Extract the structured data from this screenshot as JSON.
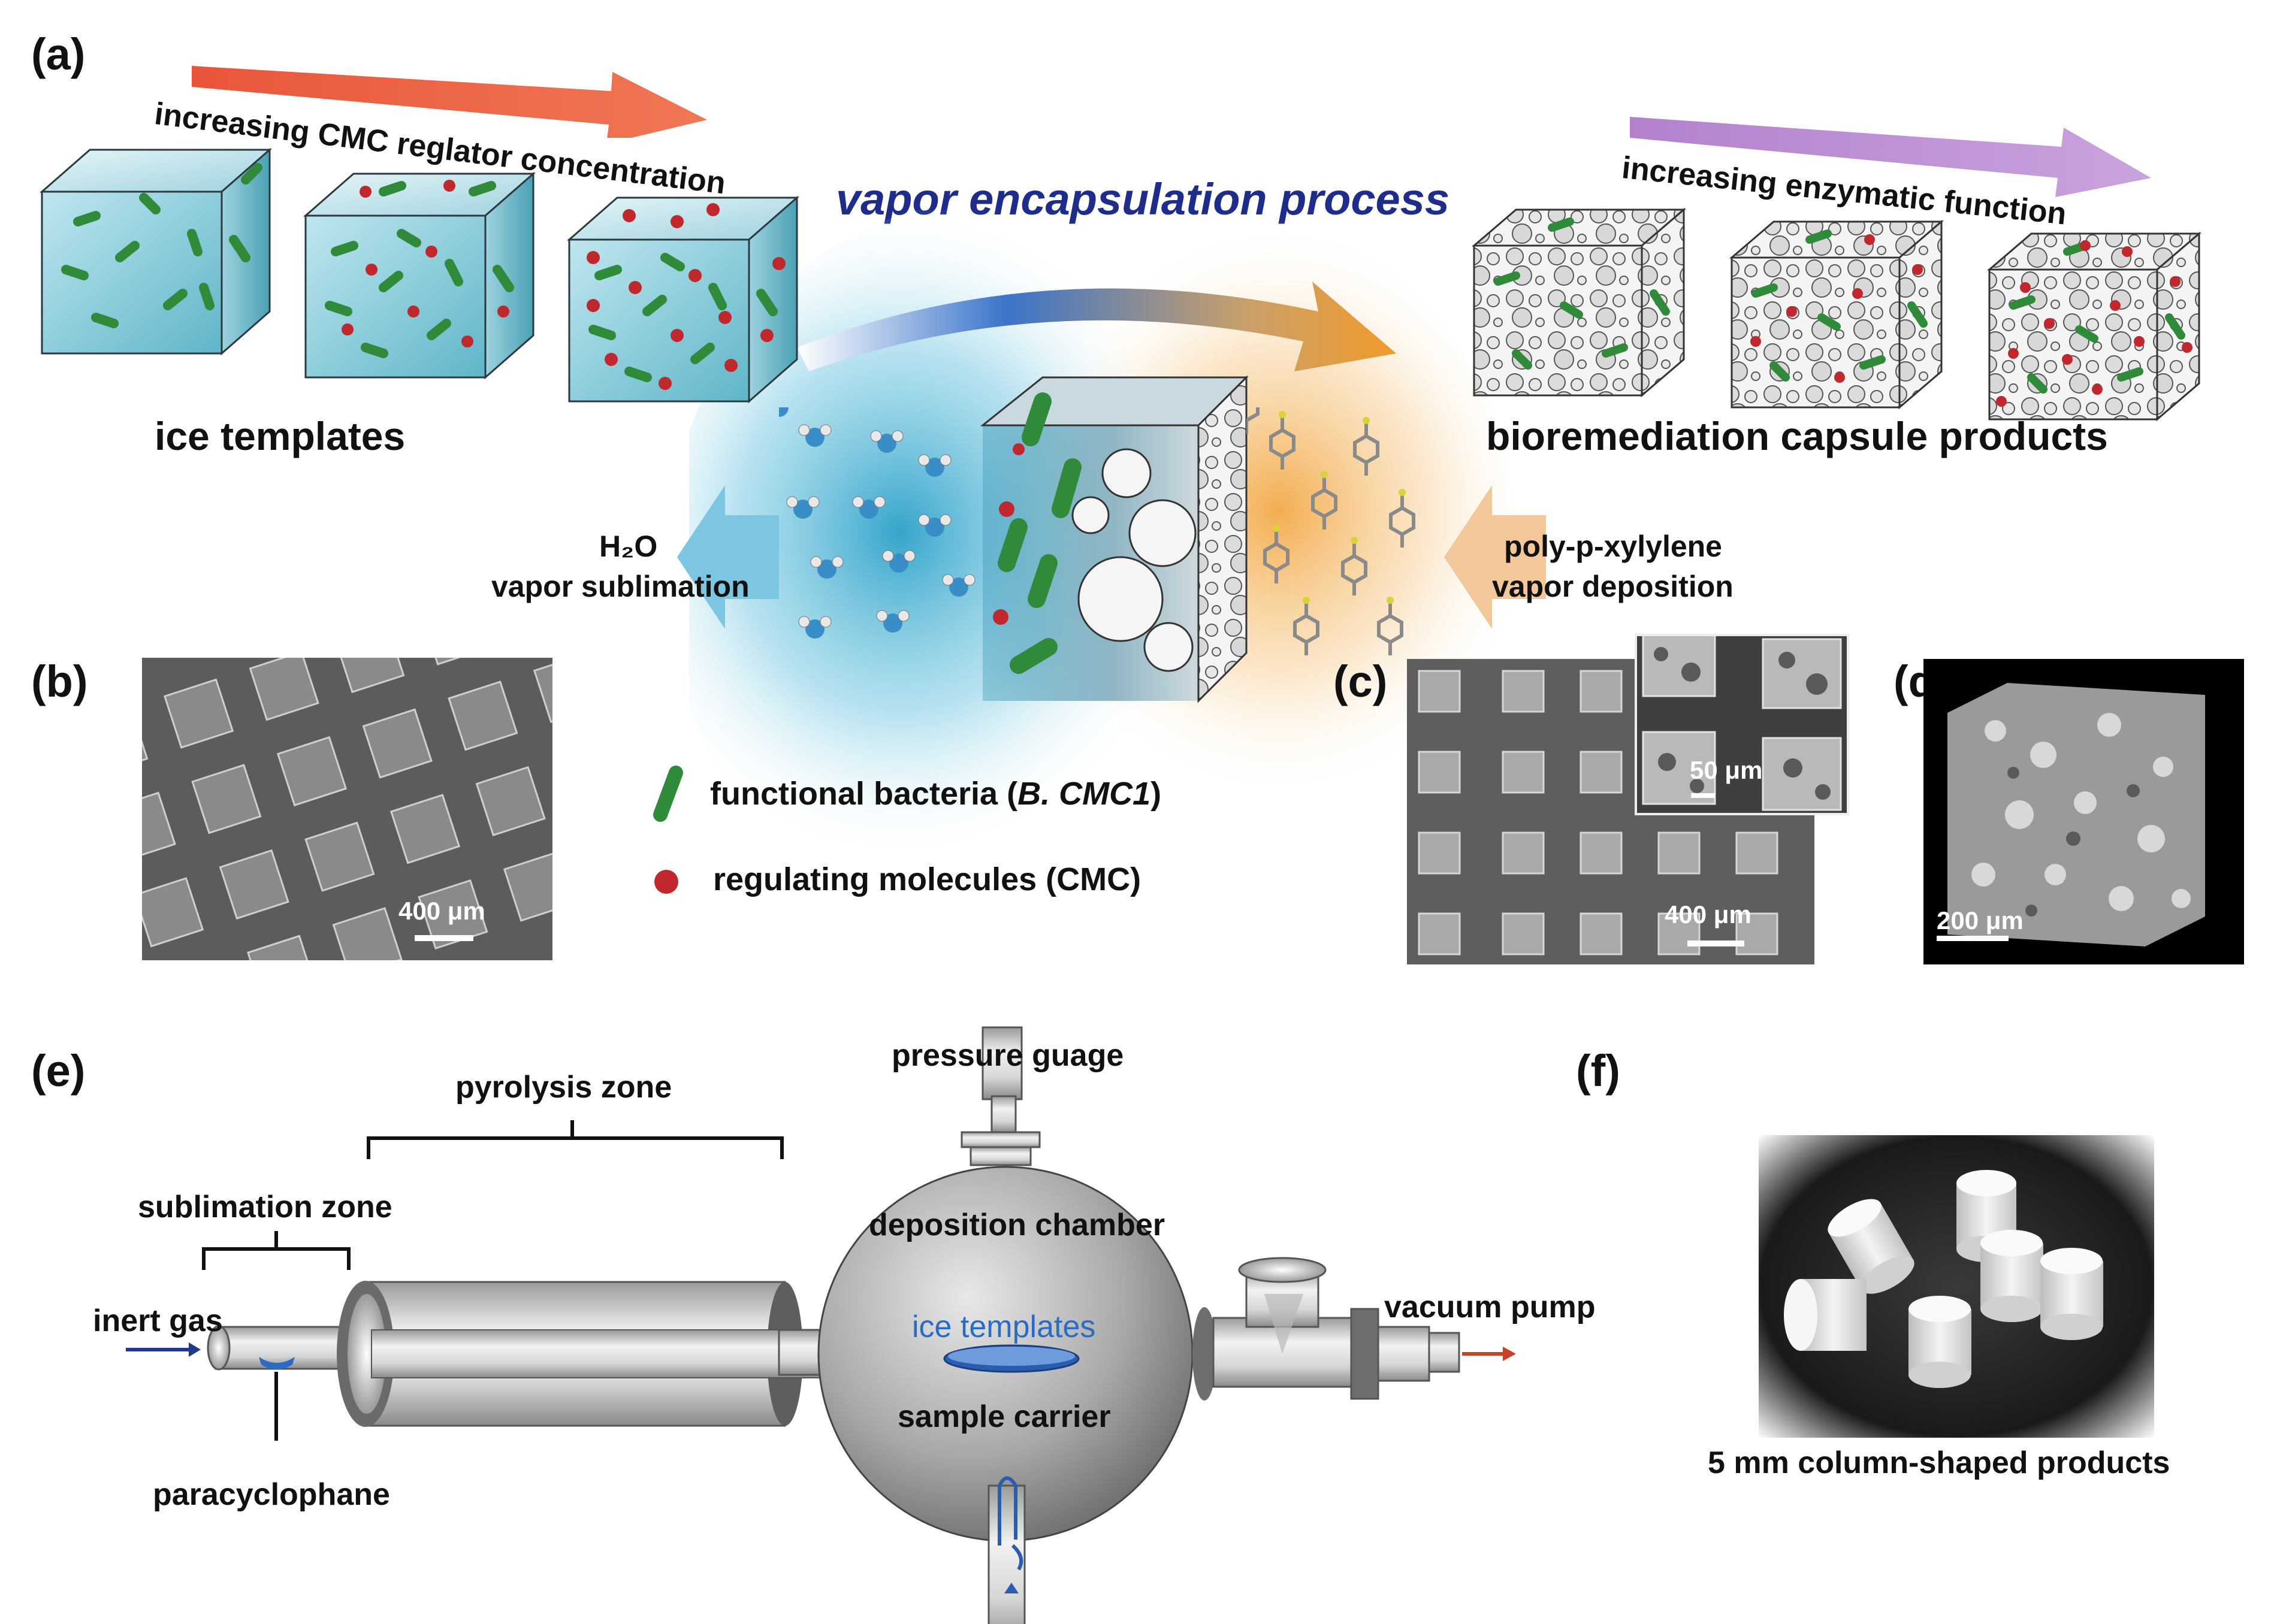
{
  "panels": {
    "a": {
      "label": "(a)",
      "arrow_left_text": "increasing CMC reglator concentration",
      "arrow_right_text": "increasing enzymatic function",
      "process_title": "vapor encapsulation process",
      "ice_templates_title": "ice templates",
      "products_title": "bioremediation capsule products",
      "h2o_line1": "H₂O",
      "h2o_line2": "vapor sublimation",
      "pxylylene_line1": "poly-p-xylylene",
      "pxylylene_line2": "vapor deposition",
      "legend": {
        "bacteria_text_prefix": "functional bacteria (",
        "bacteria_text_italic": "B. CMC1",
        "bacteria_text_suffix": ")",
        "molecules_text": "regulating molecules (CMC)"
      },
      "colors": {
        "red_arrow": "#e05a40",
        "purple_arrow": "#b98bd0",
        "title_blue": "#1f2d8a",
        "bacteria_green": "#2f8a3a",
        "molecule_red": "#c0282d",
        "ice_cyan": "#6fc3d6",
        "sublimation_arrow": "#7cc6e2",
        "deposition_arrow": "#f2c79a"
      }
    },
    "b": {
      "label": "(b)",
      "scale": "400 μm"
    },
    "c": {
      "label": "(c)",
      "scale": "400 μm",
      "inset_scale": "50 μm"
    },
    "d": {
      "label": "(d)",
      "scale": "200 μm"
    },
    "e": {
      "label": "(e)",
      "pressure_gauge": "pressure guage",
      "pyrolysis_zone": "pyrolysis zone",
      "sublimation_zone": "sublimation zone",
      "deposition_chamber": "deposition chamber",
      "inert_gas": "inert gas",
      "ice_templates": "ice templates",
      "sample_carrier": "sample carrier",
      "vacuum_pump": "vacuum pump",
      "paracyclophane": "paracyclophane"
    },
    "f": {
      "label": "(f)",
      "caption": "5 mm column-shaped products"
    }
  }
}
